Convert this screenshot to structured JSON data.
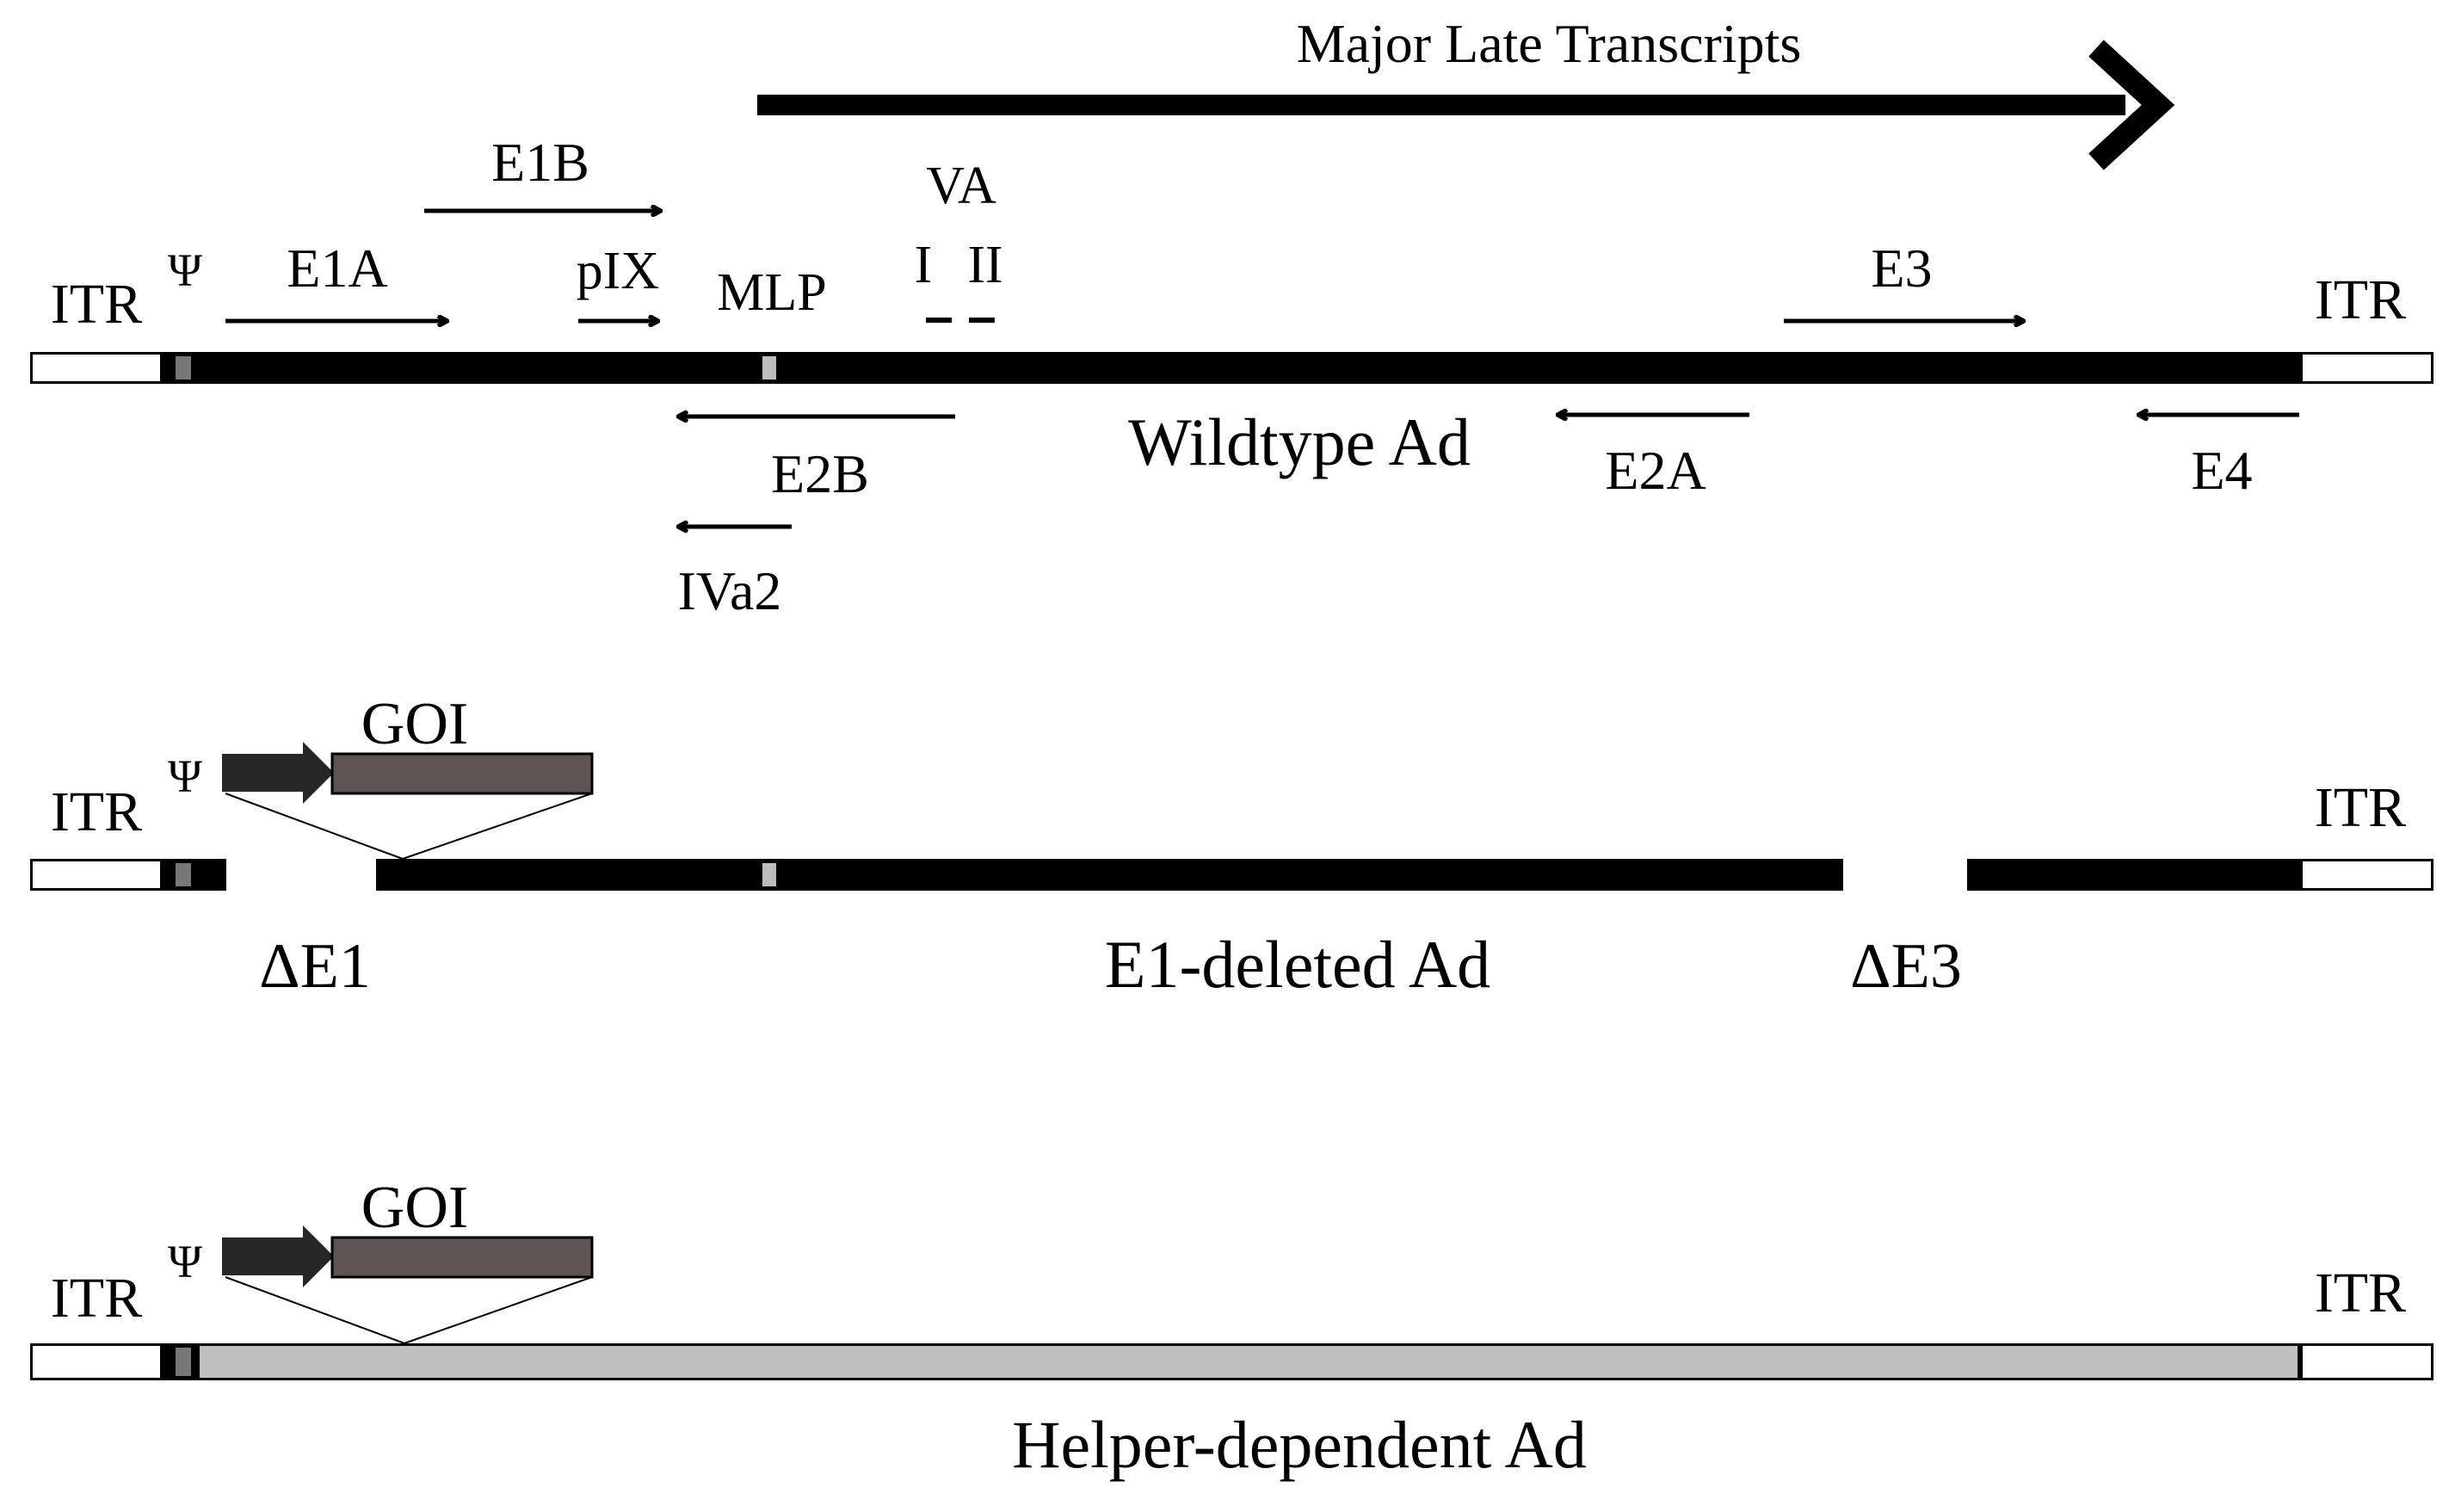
{
  "labels": {
    "itr": "ITR",
    "psi": "Ψ",
    "major_late": "Major Late Transcripts",
    "e1a": "E1A",
    "e1b": "E1B",
    "pix": "pIX",
    "mlp": "MLP",
    "va": "VA",
    "va_i": "I",
    "va_ii": "II",
    "e3": "E3",
    "e2b": "E2B",
    "iva2": "IVa2",
    "e2a": "E2A",
    "e4": "E4",
    "goi": "GOI",
    "delta_e1": "ΔE1",
    "delta_e3": "ΔE3"
  },
  "constructs": {
    "wildtype": "Wildtype Ad",
    "e1_deleted": "E1-deleted Ad",
    "helper_dependent": "Helper-dependent Ad"
  },
  "colors": {
    "genome_backbone": "#000000",
    "itr_fill": "#ffffff",
    "psi_marker": "#777777",
    "mlp_marker": "#bdbdbd",
    "promoter_arrow": "#262626",
    "goi_box": "#5e5454",
    "stuffer": "#c0c0c0"
  }
}
